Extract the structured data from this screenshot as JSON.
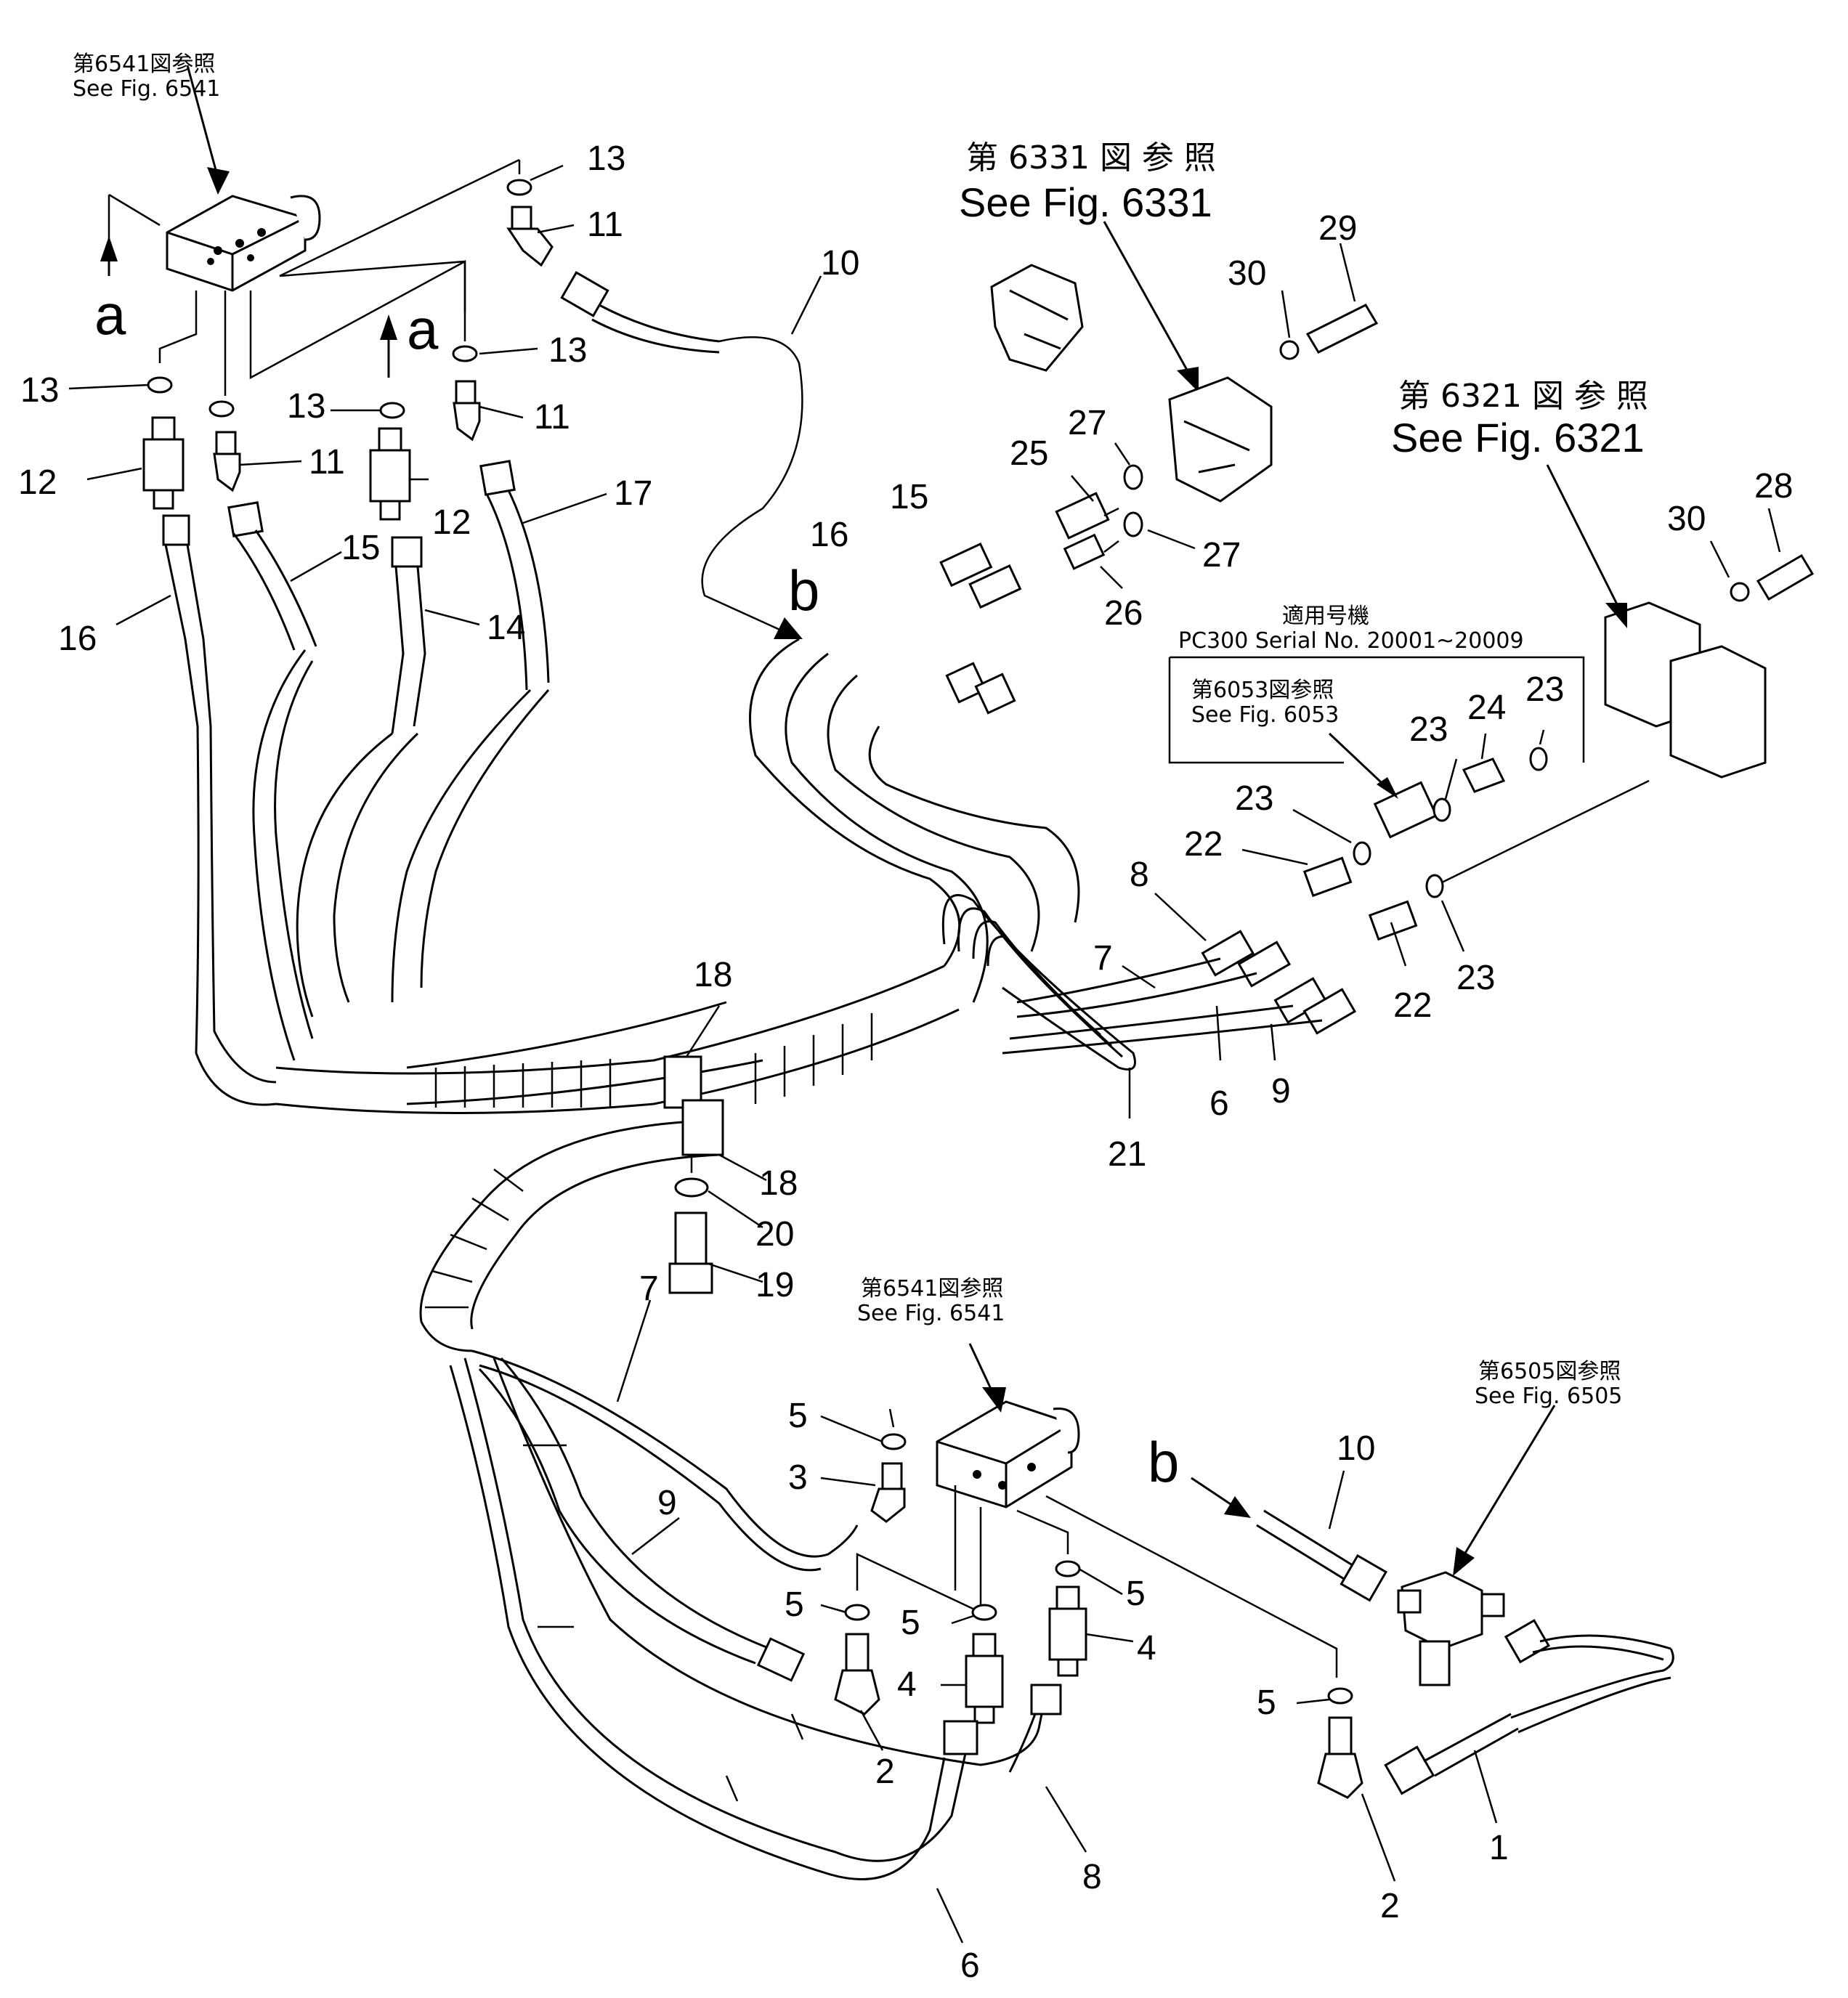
{
  "references": {
    "fig6541_top": {
      "jp": "第6541図参照",
      "en": "See  Fig.  6541"
    },
    "fig6331": {
      "jp": "第 6331 図 参 照",
      "en": "See Fig. 6331"
    },
    "fig6321": {
      "jp": "第 6321 図 参 照",
      "en": "See Fig. 6321"
    },
    "fig6053": {
      "jp": "第6053図参照",
      "en": "See  Fig.  6053"
    },
    "fig6541_bottom": {
      "jp": "第6541図参照",
      "en": "See  Fig.  6541"
    },
    "fig6505": {
      "jp": "第6505図参照",
      "en": "See  Fig.  6505"
    }
  },
  "serial_note": {
    "jp": "適用号機",
    "en": "PC300  Serial  No.  20001~20009"
  },
  "view_letters": [
    "a",
    "a",
    "b",
    "b"
  ],
  "callouts": [
    "13",
    "11",
    "10",
    "13",
    "13",
    "13",
    "11",
    "12",
    "11",
    "12",
    "15",
    "14",
    "16",
    "17",
    "16",
    "15",
    "29",
    "30",
    "27",
    "25",
    "27",
    "26",
    "28",
    "30",
    "23",
    "24",
    "23",
    "23",
    "22",
    "8",
    "7",
    "22",
    "23",
    "6",
    "9",
    "21",
    "18",
    "18",
    "20",
    "19",
    "7",
    "5",
    "3",
    "10",
    "9",
    "5",
    "5",
    "5",
    "4",
    "4",
    "2",
    "1",
    "5",
    "6",
    "8",
    "2"
  ]
}
